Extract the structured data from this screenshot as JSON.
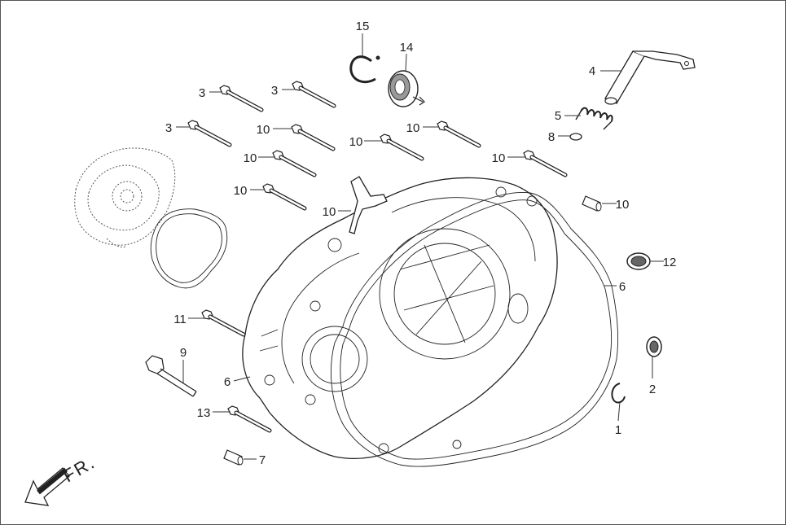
{
  "diagram": {
    "direction_label": "FR.",
    "callouts": [
      {
        "id": "c15",
        "text": "15"
      },
      {
        "id": "c14",
        "text": "14"
      },
      {
        "id": "c4",
        "text": "4"
      },
      {
        "id": "c5",
        "text": "5"
      },
      {
        "id": "c8",
        "text": "8"
      },
      {
        "id": "c3a",
        "text": "3"
      },
      {
        "id": "c3b",
        "text": "3"
      },
      {
        "id": "c3c",
        "text": "3"
      },
      {
        "id": "c10a",
        "text": "10"
      },
      {
        "id": "c10b",
        "text": "10"
      },
      {
        "id": "c10c",
        "text": "10"
      },
      {
        "id": "c10d",
        "text": "10"
      },
      {
        "id": "c10e",
        "text": "10"
      },
      {
        "id": "c10f",
        "text": "10"
      },
      {
        "id": "c10g",
        "text": "10"
      },
      {
        "id": "c10h",
        "text": "10"
      },
      {
        "id": "c12",
        "text": "12"
      },
      {
        "id": "c6a",
        "text": "6"
      },
      {
        "id": "c6b",
        "text": "6"
      },
      {
        "id": "c9",
        "text": "9"
      },
      {
        "id": "c2",
        "text": "2"
      },
      {
        "id": "c1",
        "text": "1"
      },
      {
        "id": "c11",
        "text": "11"
      },
      {
        "id": "c13",
        "text": "13"
      },
      {
        "id": "c7",
        "text": "7"
      }
    ]
  }
}
